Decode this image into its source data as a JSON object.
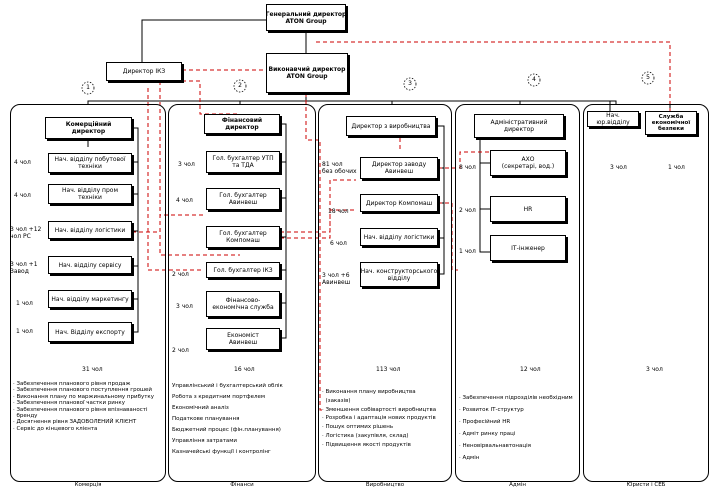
{
  "top": {
    "ceo": "Генеральний директор\nATON Group",
    "ikz_dir": "Директор ІКЗ",
    "exec_dir": "Виконавчий директор\nATON Group"
  },
  "circles": [
    "1",
    "2",
    "3",
    "4",
    "5"
  ],
  "panels": {
    "commerce": {
      "head": "Комерційний директор",
      "units": [
        "Нач. відділу побутової\nтехніки",
        "Нач. відділу пром\nтехніки",
        "Нач. відділу логістики",
        "Нач. відділу сервісу",
        "Нач. відділу маркетингу",
        "Нач. Відділу експорту"
      ],
      "counts": [
        "4 чол",
        "4 чол",
        "3 чол +12\nчол РС",
        "3 чол +1\nЗавод",
        "1 чол",
        "1 чол"
      ],
      "total": "31 чол",
      "bullets": "· Забезпечення планового рівня продаж\n· Забезпечення планового поступлення грошей\n· Виконання плану по маржинальному прибутку\n· Забезпечення планової частки ринку\n· Забезпечення планового рівня впізнаваності\n  бренду\n· Досягнення рівня ЗАДОВОЛЕНИЙ КЛІЄНТ\n· Сервіс до кінцевого клієнта",
      "label": "Комерція"
    },
    "finance": {
      "head": "Фінансовий директор",
      "units": [
        "Гол. бухгалтер УТП\nта ТДА",
        "Гол. бухгалтер\nАвинвеш",
        "Гол. бухгалтер\nКомпомаш",
        "Гол. бухгалтер ІКЗ",
        "Фінансово-\nекономічна служба",
        "Економіст\nАвинвеш"
      ],
      "counts": [
        "3 чол",
        "4 чол",
        "2 чол",
        "3 чол",
        "2 чол"
      ],
      "total": "16 чол",
      "bullets": "Управлінський і бухгалтерський облік\nРобота з кредитним портфелем\nЕкономічний аналіз\nПодаткове планування\nБюджетний процес (фін.планування)\nУправління затратами\nКазначейські функції і контролінг",
      "label": "Фінанси"
    },
    "production": {
      "head": "Директор з виробництва",
      "units": [
        "Директор заводу\nАвинвеш",
        "Директор Компомаш",
        "Нач. відділу логістики",
        "Нач. конструкторського\nвідділу"
      ],
      "counts": [
        "81 чол\nбез обочих",
        "18 чол",
        "6 чол",
        "3 чол +6\nАвинвеш"
      ],
      "total": "113 чол",
      "bullets": "· Виконання плану виробництва\n  (заказів)\n· Зменшення собівартості виробництва\n· Розробка і адаптація нових продуктів\n· Пошук оптимих рішень\n· Логістика (закупівля, склад)\n· Підвищення якості продуктів",
      "label": "Виробництво"
    },
    "admin": {
      "head": "Адміністративний\nдиректор",
      "units": [
        "АХО\n(секретарі, вод.)",
        "HR",
        "ІТ-інженер"
      ],
      "counts": [
        "8 чол",
        "2 чол",
        "1 чол"
      ],
      "total": "12 чол",
      "bullets": "· Забезпечення підрозділів необхідним\n· Розвиток ІТ-структур\n· Професійний HR\n· Адміт ринку праці\n· Неновірвальнавтонація\n· Адмін",
      "label": "Адмін"
    },
    "legal": {
      "head1": "Нач. юр.відділу",
      "head2": "Служба\nекономічної\nбезпеки",
      "counts": [
        "3 чол",
        "1 чол"
      ],
      "total": "3 чол",
      "label": "Юристи і СЕБ"
    }
  }
}
